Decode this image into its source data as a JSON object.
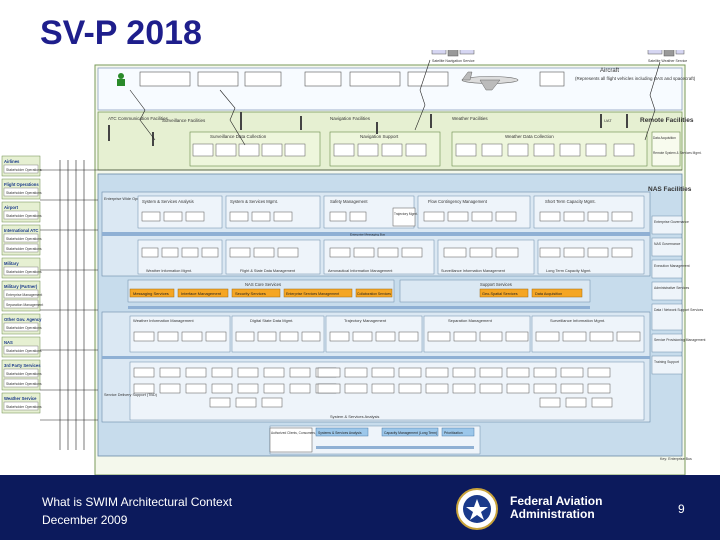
{
  "slide": {
    "title": "SV-P 2018"
  },
  "diagram": {
    "aircraft_label": "Aircraft",
    "aircraft_sublabel": "(Represents all flight vehicles including UAS and spacecraft)",
    "remote_label": "Remote Facilities",
    "nas_label": "NAS Facilities",
    "uat": "UAT",
    "systems": {
      "sat_nav": "Satellite Navigation Service",
      "sat_weather": "Satellite Weather Service",
      "atc_comm": "ATC Communication Facilities",
      "surveillance": "Surveillance Facilities",
      "surv_collection": "Surveillance Data Collection",
      "nav_support": "Navigation Support",
      "nav_facilities": "Navigation Facilities",
      "weather_facilities": "Weather Facilities",
      "weather_collection": "Weather Data Collection",
      "data_acq": "Data Acquisition",
      "remote_mgmt": "Remote System & Services Mgmt.",
      "enterprise_wide": "Enterprise Wide Operations Analysis",
      "sys_services_analysis": "System & Services Analysis",
      "sys_services_mgmt": "System & Services Mgmt.",
      "safety_mgmt": "Safety Management",
      "flow_contingency": "Flow Contingency Management",
      "short_term_capacity": "Short Term Capacity Mgmt.",
      "trajectory_mgmt": "Trajectory Mgmt.",
      "weather_info_mgmt": "Weather Information Mgmt.",
      "flight_state_data": "Flight & State Data Management",
      "aero_info_mgmt": "Aeronautical Information Management",
      "surv_info_mgmt": "Surveillance Information Management",
      "long_term_capacity": "Long Term Capacity Mgmt.",
      "nas_core_services": "NAS Core Services",
      "support_services": "Support Services",
      "messaging": "Messaging Services",
      "interface_mgmt": "Interface Management",
      "security_services": "Security Services",
      "enterprise_service_mgmt": "Enterprise Services Management",
      "collaboration": "Collaboration Services",
      "geo_services": "Geo-Spatial Services",
      "data_acq_2": "Data Acquisition",
      "weather_info_mgmt_2": "Weather Information Management",
      "digital_state_data": "Digital State Data Mgmt.",
      "trajectory_mgmt_2": "Trajectory Management",
      "separation_mgmt": "Separation Management",
      "surv_info_mgmt_2": "Surveillance Information Mgmt.",
      "service_delivery": "Service Delivery Support (TBD)",
      "sys_services_analysis_2": "System & Services Analysis",
      "authorized_clients": "Authorized Clients, Consumers, & Support Systems",
      "sys_services_analysis_3": "Systems & Services Analysis",
      "capacity_mgmt": "Capacity Management (Long Term)",
      "prioritization": "Prioritization",
      "enterprise_bus": "Enterprise Messaging Bus",
      "key": "Key: Enterprise Bus"
    },
    "right_panel": [
      "Enterprise Governance",
      "NAS Governance",
      "Execution Management",
      "Administrative Services",
      "Data / Network Support Services",
      "Service Provisioning Management",
      "Training Support"
    ],
    "left_groups": [
      {
        "title": "Airlines",
        "items": [
          "Stakeholder Operations"
        ]
      },
      {
        "title": "Flight Operations",
        "items": [
          "Stakeholder Operations"
        ]
      },
      {
        "title": "Airport",
        "items": [
          "Stakeholder Operations"
        ]
      },
      {
        "title": "International ATC",
        "items": [
          "Stakeholder Operations",
          "Stakeholder Operations"
        ]
      },
      {
        "title": "Military",
        "items": [
          "Stakeholder Operations"
        ]
      },
      {
        "title": "Military (Partner)",
        "items": [
          "Enterprise Management",
          "Separation Management"
        ]
      },
      {
        "title": "Other Gov. Agency",
        "items": [
          "Stakeholder Operations"
        ]
      },
      {
        "title": "NAS",
        "items": [
          "Stakeholder Operations"
        ]
      },
      {
        "title": "3rd Party Services",
        "items": [
          "Stakeholder Operations",
          "Stakeholder Operations"
        ]
      },
      {
        "title": "Weather Service",
        "items": [
          "Stakeholder Operations"
        ]
      }
    ]
  },
  "footer": {
    "line1": "What is SWIM Architectural Context",
    "line2": "December 2009",
    "agency_line1": "Federal Aviation",
    "agency_line2": "Administration",
    "page": "9"
  },
  "colors": {
    "title": "#1e1e8c",
    "footer_bg": "#0c1a5c",
    "nas_bg": "#c7dcec",
    "remote_bg": "#e6f0d2",
    "box_green": "#eef6dc",
    "box_orange": "#f5a623",
    "box_blue": "#9cc7ea"
  }
}
